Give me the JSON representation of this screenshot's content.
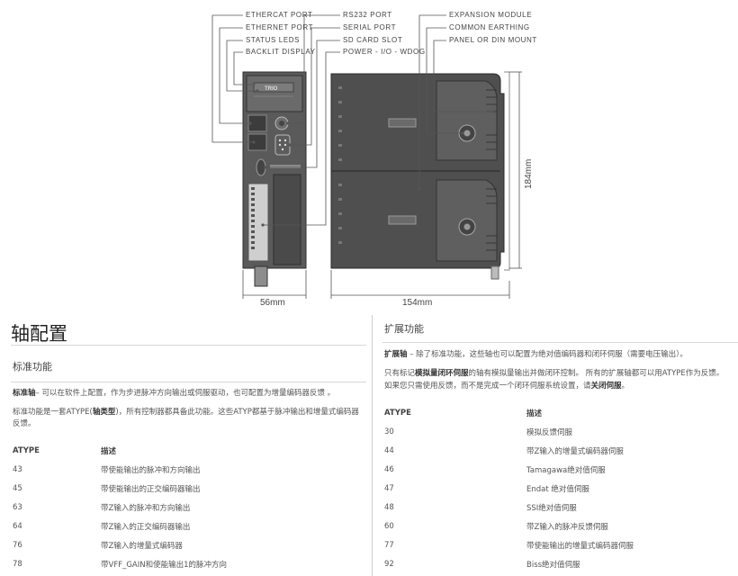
{
  "diagram": {
    "callouts_left": [
      "ETHERCAT PORT",
      "ETHERNET PORT",
      "STATUS LEDS",
      "BACKLIT DISPLAY"
    ],
    "callouts_mid": [
      "RS232 PORT",
      "SERIAL PORT",
      "SD CARD SLOT",
      "POWER - I/O - WDOG"
    ],
    "callouts_right": [
      "EXPANSION MODULE",
      "COMMON EARTHING",
      "PANEL OR DIN MOUNT"
    ],
    "dim_width_controller": "56mm",
    "dim_width_total": "154mm",
    "dim_height": "184mm",
    "colors": {
      "housing": "#4d4d4d",
      "housing_dark": "#3a3a3a",
      "line": "#555555"
    }
  },
  "left_panel": {
    "title": "轴配置",
    "subtitle": "标准功能",
    "para1_bold": "标准轴",
    "para1_rest": "– 可以在软件上配置，作为步进脉冲方向输出或伺服驱动，也可配置为增量编码器反馈 。",
    "para2_a": "标准功能是一套ATYPE(",
    "para2_bold": "轴类型",
    "para2_b": ")，所有控制器都具备此功能。这些ATYP都基于脉冲输出和增量式编码器反馈。",
    "table_headers": [
      "ATYPE",
      "描述"
    ],
    "table_rows": [
      [
        "43",
        "带使能输出的脉冲和方向输出"
      ],
      [
        "45",
        "带使能输出的正交编码器输出"
      ],
      [
        "63",
        "带Z输入的脉冲和方向输出"
      ],
      [
        "64",
        "带Z输入的正交编码器输出"
      ],
      [
        "76",
        "带Z输入的增量式编码器"
      ],
      [
        "78",
        "带VFF_GAIN和使能输出1的脉冲方向"
      ]
    ]
  },
  "right_panel": {
    "title": "扩展功能",
    "para1_bold": "扩展轴",
    "para1_rest": " – 除了标准功能，这些轴也可以配置为绝对值编码器和闭环伺服（需要电压输出）。",
    "para2_a": "只有标记",
    "para2_bold": "模拟量闭环伺服",
    "para2_b": "的轴有模拟量输出并做闭环控制。 所有的扩展轴都可以用ATYPE作为反馈。",
    "para3_a": "如果您只需使用反馈，而不是完成一个闭环伺服系统设置，请",
    "para3_bold": "关闭伺服",
    "para3_b": "。",
    "table_headers": [
      "ATYPE",
      "描述"
    ],
    "table_rows": [
      [
        "30",
        "模拟反馈伺服"
      ],
      [
        "44",
        "带Z输入的增量式编码器伺服"
      ],
      [
        "46",
        "Tamagawa绝对值伺服"
      ],
      [
        "47",
        "Endat 绝对值伺服"
      ],
      [
        "48",
        "SSI绝对值伺服"
      ],
      [
        "60",
        "带Z输入的脉冲反馈伺服"
      ],
      [
        "77",
        "带使能输出的增量式编码器伺服"
      ],
      [
        "92",
        "Biss绝对值伺服"
      ]
    ]
  }
}
